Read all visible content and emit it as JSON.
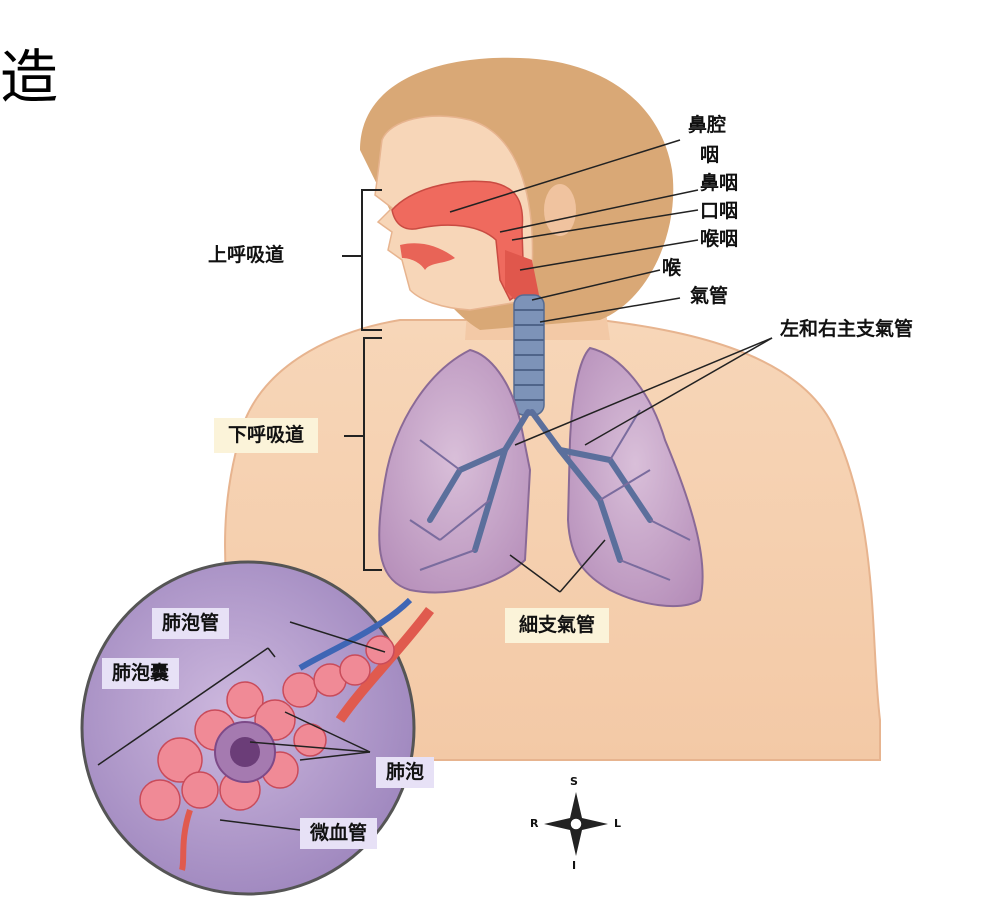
{
  "title_fragment": "造",
  "labels": {
    "nasal_cavity": "鼻腔",
    "pharynx": "咽",
    "nasopharynx": "鼻咽",
    "oropharynx": "口咽",
    "laryngopharynx": "喉咽",
    "larynx": "喉",
    "trachea": "氣管",
    "main_bronchi": "左和右主支氣管",
    "upper_tract": "上呼吸道",
    "lower_tract": "下呼吸道",
    "bronchioles": "細支氣管",
    "alveolar_duct": "肺泡管",
    "alveolar_sac": "肺泡囊",
    "alveoli": "肺泡",
    "capillaries": "微血管"
  },
  "compass": {
    "top": "S",
    "bottom": "I",
    "left": "R",
    "right": "L"
  }
}
